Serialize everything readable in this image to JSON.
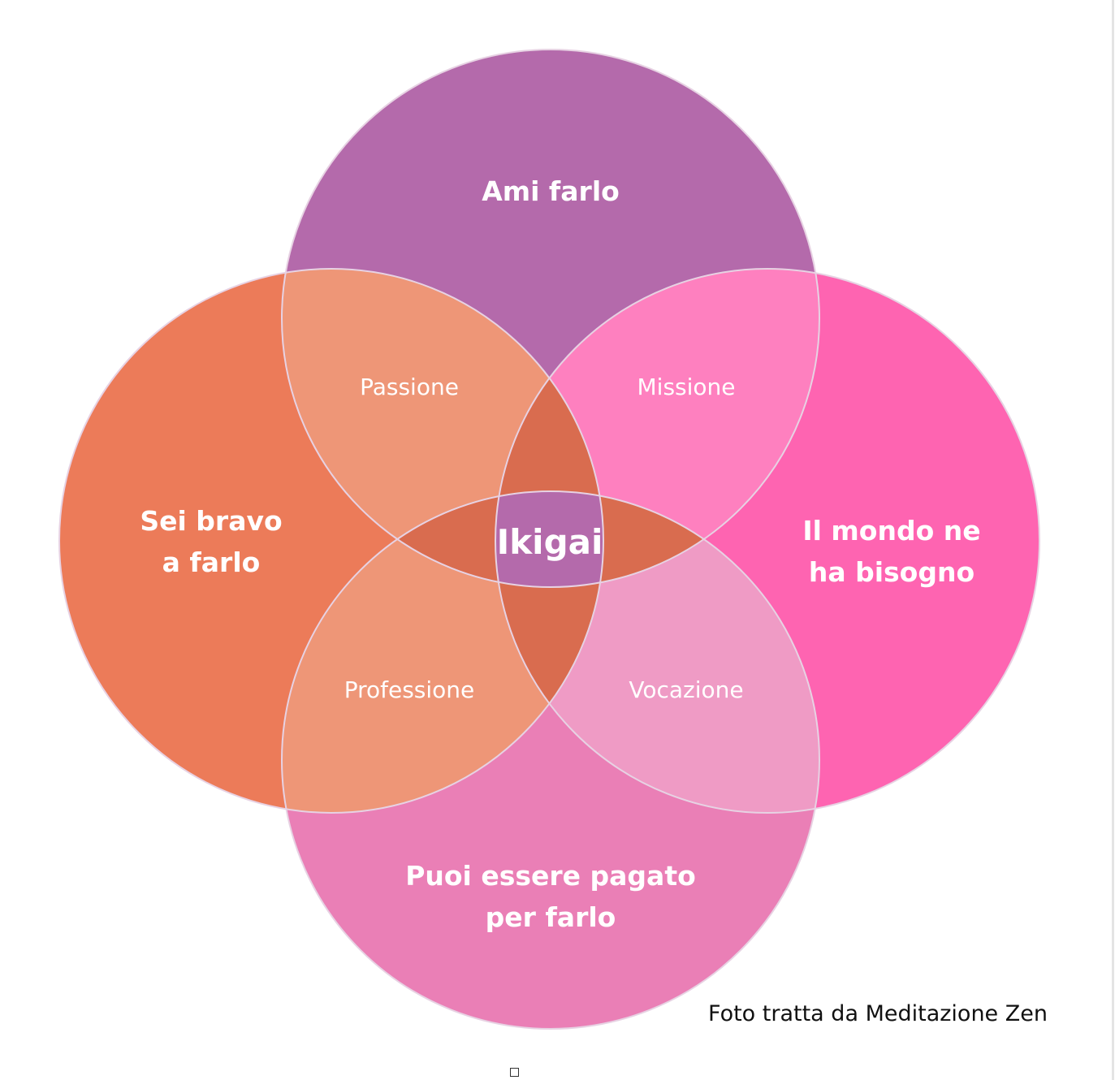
{
  "diagram": {
    "circles": {
      "top": {
        "label_lines": [
          "Ami farlo"
        ],
        "color": "#b46aab"
      },
      "left": {
        "label_lines": [
          "Sei bravo",
          "a farlo"
        ],
        "color": "#ec7b59"
      },
      "right": {
        "label_lines": [
          "Il mondo ne",
          "ha bisogno"
        ],
        "color": "#fe64b1"
      },
      "bottom": {
        "label_lines": [
          "Puoi essere pagato",
          "per farlo"
        ],
        "color": "#ea7fb6"
      }
    },
    "overlaps": {
      "top_left": {
        "label": "Passione",
        "color": "#ee9677"
      },
      "top_right": {
        "label": "Missione",
        "color": "#fe80bf"
      },
      "bottom_left": {
        "label": "Professione",
        "color": "#ee9677"
      },
      "bottom_right": {
        "label": "Vocazione",
        "color": "#ef9bc5"
      },
      "lens_color": "#d96c4f",
      "right_lens_color": "#dd72a6"
    },
    "center": {
      "label": "Ikigai",
      "color": "#b46aab"
    },
    "outline_color": "#e7d2e3"
  },
  "caption": "Foto tratta da Meditazione Zen"
}
